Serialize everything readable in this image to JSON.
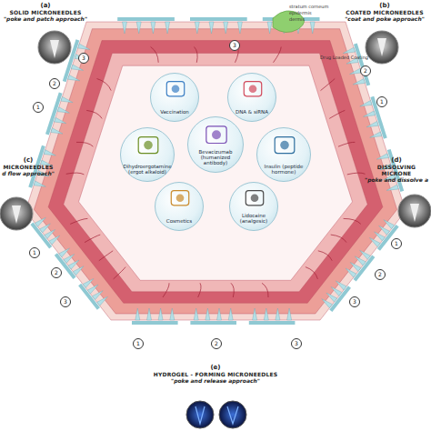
{
  "diagram": {
    "nodes": [
      {
        "text": [
          "(a)",
          "SOLID MICRONEEDLES",
          "\"poke and patch approach\""
        ]
      },
      {
        "text": [
          "(b)",
          "COATED MICRONEEDLES",
          "\"coat and poke approach\""
        ]
      },
      {
        "text": [
          "(c)",
          "MICRONEEDLES",
          "d flow approach\""
        ]
      },
      {
        "text": [
          "(d)",
          "DISSOLVING MICRONE",
          "\"poke and dissolve a"
        ]
      },
      {
        "text": [
          "(e)",
          "HYDROGEL - FORMING MICRONEEDLES",
          "\"poke and release approach\""
        ]
      },
      {
        "text": [
          "Vaccination"
        ]
      },
      {
        "text": [
          "DNA & siRNA"
        ]
      },
      {
        "text": [
          "Dihydroergotamine (ergot alkaloid)"
        ]
      },
      {
        "text": [
          "Bevacizumab (humanized antibody)"
        ]
      },
      {
        "text": [
          "Insulin (peptide hormone)"
        ]
      },
      {
        "text": [
          "Cosmetics"
        ]
      },
      {
        "text": [
          "Lidocaine (analgesic)"
        ]
      }
    ],
    "labels": [
      "stratum corneum",
      "epidermis",
      "dermis",
      "Drug Loaded Coating",
      "1",
      "2",
      "3",
      "1",
      "2",
      "3",
      "1",
      "2",
      "3",
      "1",
      "2",
      "3",
      "1",
      "2",
      "3"
    ]
  }
}
